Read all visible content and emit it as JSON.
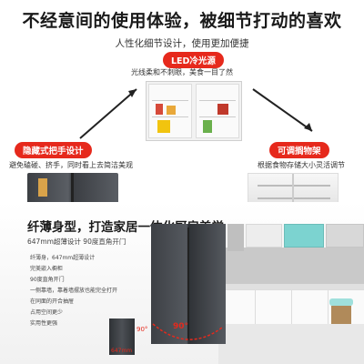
{
  "headline": "不经意间的使用体验，被细节打动的喜欢",
  "subheadline": "人性化细节设计，使用更加便捷",
  "features": [
    {
      "title": "LED冷光源",
      "desc": "光线柔和不刺眼，美食一目了然"
    },
    {
      "title": "隐藏式把手设计",
      "desc": "避免磕碰、挤手，同时看上去简洁美观"
    },
    {
      "title": "可调搁物架",
      "desc": "根据食物存储大小灵活调节"
    }
  ],
  "band": {
    "title": "纤薄身型，打造家居一体化厨房美学",
    "spec": "647mm超薄设计    90度直角开门",
    "bullets": [
      "纤薄身，647mm超薄设计",
      "完美嵌入橱柜",
      "90度直角开门",
      "一侧靠墙，靠着墙摆放也能完全打开",
      "在同面的开合抽屉",
      "占用空间更少",
      "实用性更强"
    ],
    "angle_label": "90°",
    "small_angle_label": "90°",
    "small_mm_label": "647mm"
  },
  "colors": {
    "accent": "#e6291c",
    "fridge": "#4a4d52",
    "cabinet_teal": "#7cd3d0"
  }
}
